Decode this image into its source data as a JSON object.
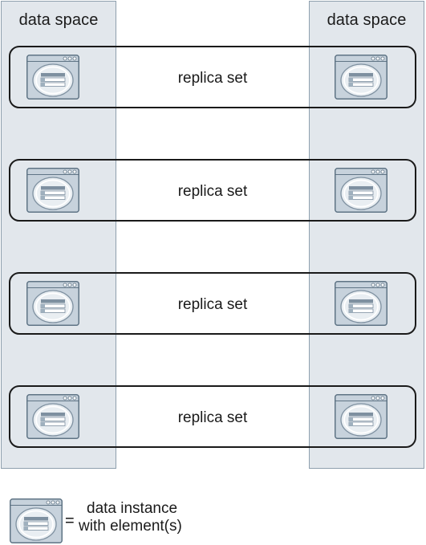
{
  "columns": {
    "left_title": "data space",
    "right_title": "data space"
  },
  "replica_sets": [
    {
      "label": "replica set"
    },
    {
      "label": "replica set"
    },
    {
      "label": "replica set"
    },
    {
      "label": "replica set"
    }
  ],
  "legend": {
    "equals": "=",
    "line1": "data instance",
    "line2": "with element(s)"
  },
  "colors": {
    "column_fill": "#e2e7ec",
    "column_border": "#8fa0ae",
    "window_fill": "#c7d2dc",
    "window_border": "#5f7485",
    "outline": "#1a1a1a"
  },
  "icons": {
    "instance": "data-instance-icon"
  }
}
